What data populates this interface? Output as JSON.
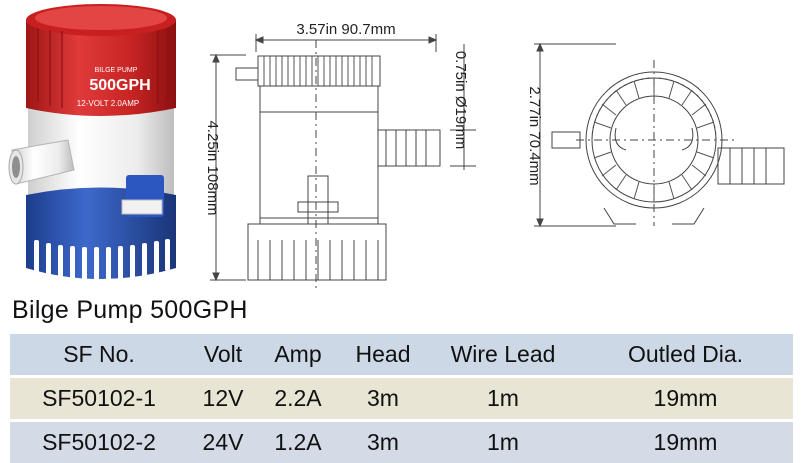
{
  "dimensions": {
    "width_label": "3.57in 90.7mm",
    "height_label": "4.25in 108mm",
    "outlet_label": "0.75in Ø19mm",
    "top_label": "2.77in 70.4mm"
  },
  "pump_label": {
    "brand": "BILGE PUMP",
    "model": "500GPH",
    "rating": "12-VOLT 2.0AMP"
  },
  "title": "Bilge Pump 500GPH",
  "table": {
    "headers": [
      "SF No.",
      "Volt",
      "Amp",
      "Head",
      "Wire Lead",
      "Outled Dia."
    ],
    "rows": [
      [
        "SF50102-1",
        "12V",
        "2.2A",
        "3m",
        "1m",
        "19mm"
      ],
      [
        "SF50102-2",
        "24V",
        "1.2A",
        "3m",
        "1m",
        "19mm"
      ]
    ]
  },
  "colors": {
    "cap_red": "#d42a2a",
    "body_white": "#f4f4f4",
    "base_blue": "#2c55b8",
    "header_bg": "#cdd8e6",
    "row1_bg": "#e9e5d4",
    "row2_bg": "#d4dbe6"
  }
}
